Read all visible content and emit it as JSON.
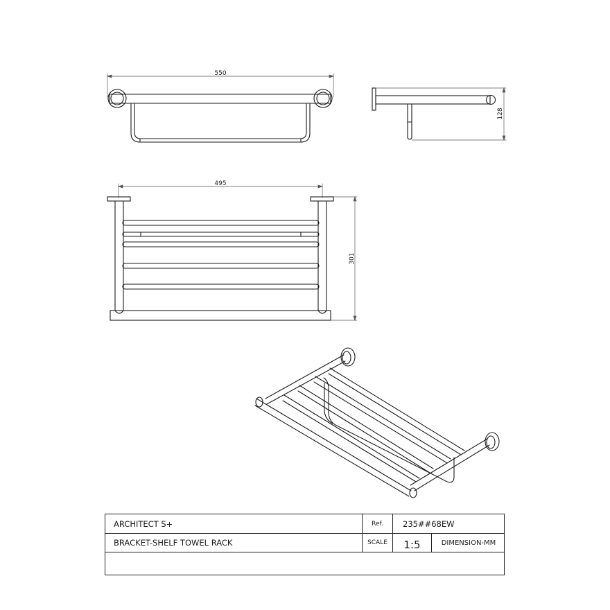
{
  "drawing": {
    "views": {
      "front_top": {
        "dimension_label": "550",
        "dimension_unit": "mm"
      },
      "side": {
        "dimension_label": "128",
        "dimension_unit": "mm"
      },
      "front_elevation": {
        "width_label": "495",
        "height_label": "301",
        "dimension_unit": "mm"
      },
      "isometric": {
        "description": "3D isometric view of bracket-shelf towel rack"
      }
    },
    "line_color": "#1a1a1a",
    "dimension_line_color": "#555555",
    "background": "#ffffff"
  },
  "title_block": {
    "series": "ARCHITECT S+",
    "ref_label": "Ref.",
    "ref_value": "235##68EW",
    "product_name": "BRACKET-SHELF TOWEL RACK",
    "scale_label": "SCALE",
    "scale_value": "1:5",
    "units": "DIMENSION-MM",
    "notes": ""
  }
}
